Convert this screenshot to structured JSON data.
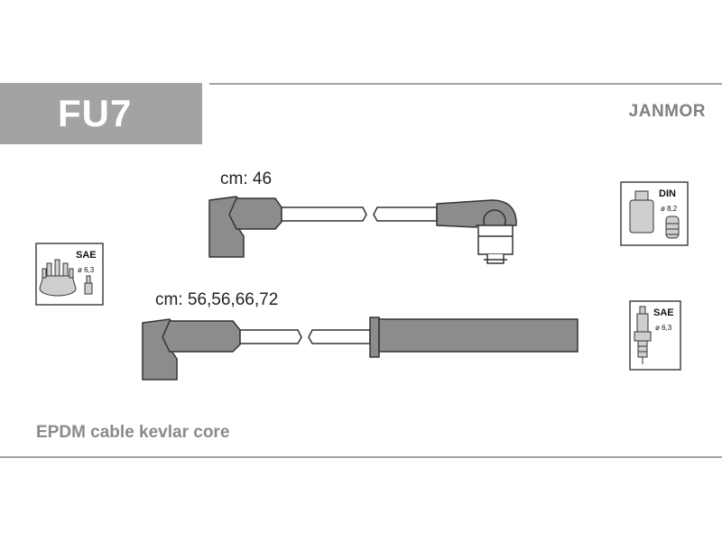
{
  "header": {
    "product_code": "FU7",
    "brand": "JANMOR"
  },
  "cables": [
    {
      "length_label": "cm: 46"
    },
    {
      "length_label": "cm: 56,56,66,72"
    }
  ],
  "connectors": {
    "left": {
      "standard": "SAE",
      "diameter": "ø 6,3",
      "icon": "distributor-cap-icon"
    },
    "right_top": {
      "standard": "DIN",
      "diameter": "ø 8,2",
      "icon": "ignition-coil-icon"
    },
    "right_bottom": {
      "standard": "SAE",
      "diameter": "ø 6,3",
      "icon": "spark-plug-icon"
    }
  },
  "footer": {
    "description": "EPDM cable kevlar core"
  },
  "colors": {
    "header_box": "#a3a3a3",
    "cable_fill": "#8c8c8c",
    "outline": "#333333"
  }
}
